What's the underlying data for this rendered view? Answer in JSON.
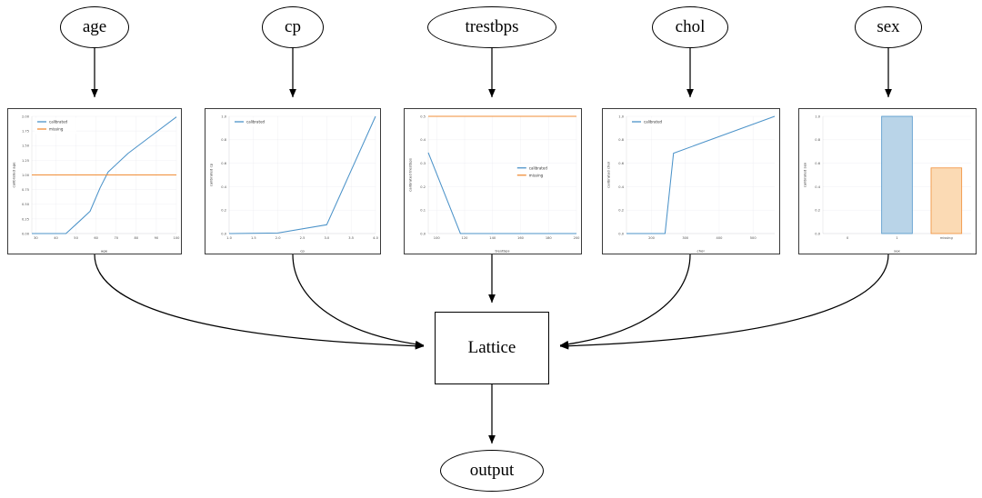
{
  "graph": {
    "input_nodes": [
      {
        "id": "age",
        "label": "age"
      },
      {
        "id": "cp",
        "label": "cp"
      },
      {
        "id": "trestbps",
        "label": "trestbps"
      },
      {
        "id": "chol",
        "label": "chol"
      },
      {
        "id": "sex",
        "label": "sex"
      }
    ],
    "lattice_label": "Lattice",
    "output_label": "output"
  },
  "colors": {
    "calibrated": "#4c93c9",
    "missing": "#f08d37",
    "bar_blue_fill": "#b9d4e8",
    "bar_orange_fill": "#fbdab4",
    "node_stroke": "#000000",
    "panel_border": "#3a3a3a"
  },
  "chart_data": [
    {
      "id": "age",
      "type": "line",
      "title": "",
      "xlabel": "age",
      "ylabel": "calibrated age",
      "xlim": [
        28,
        100
      ],
      "ylim": [
        0.0,
        2.0
      ],
      "xticks": [
        30,
        40,
        50,
        60,
        70,
        80,
        90,
        100
      ],
      "yticks": [
        0.0,
        0.25,
        0.5,
        0.75,
        1.0,
        1.25,
        1.5,
        1.75,
        2.0
      ],
      "ytick_labels": [
        "0.00",
        "0.25",
        "0.50",
        "0.75",
        "1.00",
        "1.25",
        "1.50",
        "1.75",
        "2.00"
      ],
      "xtick_labels": [
        "30",
        "40",
        "50",
        "60",
        "70",
        "80",
        "90",
        "100"
      ],
      "grid": true,
      "legend": [
        "calibrated",
        "missing"
      ],
      "legend_position": "upper-left",
      "series": [
        {
          "name": "calibrated",
          "color": "#4c93c9",
          "x": [
            28,
            45,
            52,
            57,
            62,
            66,
            76,
            88,
            100
          ],
          "y": [
            0.0,
            0.0,
            0.22,
            0.38,
            0.78,
            1.05,
            1.37,
            1.68,
            1.99
          ]
        },
        {
          "name": "missing",
          "color": "#f08d37",
          "x": [
            28,
            100
          ],
          "y": [
            1.0,
            1.0
          ]
        }
      ]
    },
    {
      "id": "cp",
      "type": "line",
      "title": "",
      "xlabel": "cp",
      "ylabel": "calibrated cp",
      "xlim": [
        1.0,
        4.0
      ],
      "ylim": [
        0.0,
        1.0
      ],
      "xticks": [
        1.0,
        1.5,
        2.0,
        2.5,
        3.0,
        3.5,
        4.0
      ],
      "yticks": [
        0.0,
        0.2,
        0.4,
        0.6,
        0.8,
        1.0
      ],
      "xtick_labels": [
        "1.0",
        "1.5",
        "2.0",
        "2.5",
        "3.0",
        "3.5",
        "4.0"
      ],
      "ytick_labels": [
        "0.0",
        "0.2",
        "0.4",
        "0.6",
        "0.8",
        "1.0"
      ],
      "grid": true,
      "legend": [
        "calibrated"
      ],
      "legend_position": "upper-left",
      "series": [
        {
          "name": "calibrated",
          "color": "#4c93c9",
          "x": [
            1.0,
            2.0,
            3.0,
            4.0
          ],
          "y": [
            0.0,
            0.005,
            0.075,
            1.0
          ]
        }
      ]
    },
    {
      "id": "trestbps",
      "type": "line",
      "title": "",
      "xlabel": "trestbps",
      "ylabel": "calibrated trestbps",
      "xlim": [
        94,
        200
      ],
      "ylim": [
        0.0,
        0.5
      ],
      "xticks": [
        100,
        120,
        140,
        160,
        180,
        200
      ],
      "yticks": [
        0.0,
        0.1,
        0.2,
        0.3,
        0.4,
        0.5
      ],
      "xtick_labels": [
        "100",
        "120",
        "140",
        "160",
        "180",
        "200"
      ],
      "ytick_labels": [
        "0.0",
        "0.1",
        "0.2",
        "0.3",
        "0.4",
        "0.5"
      ],
      "grid": true,
      "legend": [
        "calibrated",
        "missing"
      ],
      "legend_position": "center-right",
      "series": [
        {
          "name": "calibrated",
          "color": "#4c93c9",
          "x": [
            94,
            117,
            200
          ],
          "y": [
            0.345,
            0.0,
            0.0
          ]
        },
        {
          "name": "missing",
          "color": "#f08d37",
          "x": [
            94,
            200
          ],
          "y": [
            0.5,
            0.5
          ]
        }
      ]
    },
    {
      "id": "chol",
      "type": "line",
      "title": "",
      "xlabel": "chol",
      "ylabel": "calibrated chol",
      "xlim": [
        126,
        564
      ],
      "ylim": [
        0.0,
        1.0
      ],
      "xticks": [
        200,
        300,
        400,
        500
      ],
      "yticks": [
        0.0,
        0.2,
        0.4,
        0.6,
        0.8,
        1.0
      ],
      "xtick_labels": [
        "200",
        "300",
        "400",
        "500"
      ],
      "ytick_labels": [
        "0.0",
        "0.2",
        "0.4",
        "0.6",
        "0.8",
        "1.0"
      ],
      "grid": true,
      "legend": [
        "calibrated"
      ],
      "legend_position": "upper-left",
      "series": [
        {
          "name": "calibrated",
          "color": "#4c93c9",
          "x": [
            126,
            240,
            265,
            564
          ],
          "y": [
            0.0,
            0.0,
            0.685,
            1.0
          ]
        }
      ]
    },
    {
      "id": "sex",
      "type": "bar",
      "title": "",
      "xlabel": "sex",
      "ylabel": "calibrated sex",
      "categories": [
        "0",
        "1",
        "missing"
      ],
      "values": [
        0.0,
        1.0,
        0.56
      ],
      "bar_colors": [
        "#b9d4e8",
        "#b9d4e8",
        "#fbdab4"
      ],
      "ylim": [
        0.0,
        1.0
      ],
      "yticks": [
        0.0,
        0.2,
        0.4,
        0.6,
        0.8,
        1.0
      ],
      "ytick_labels": [
        "0.0",
        "0.2",
        "0.4",
        "0.6",
        "0.8",
        "1.0"
      ],
      "grid": true,
      "legend": [],
      "legend_position": "none"
    }
  ]
}
